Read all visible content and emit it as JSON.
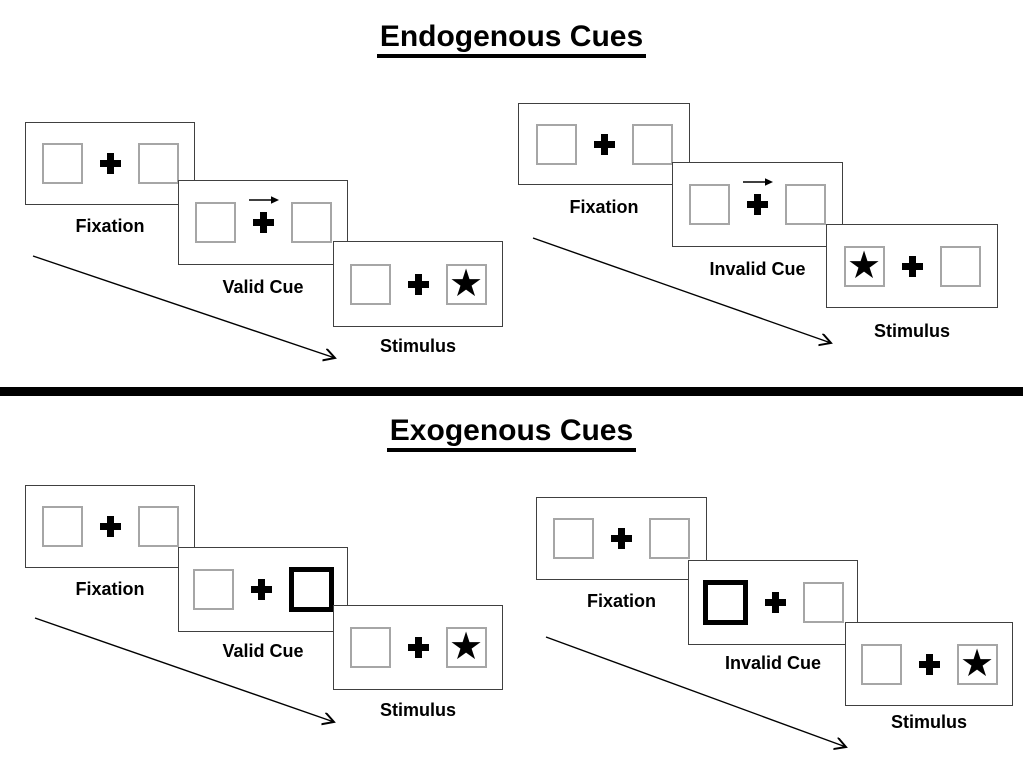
{
  "figure": {
    "type": "posner-cueing-paradigm-diagram"
  },
  "colors": {
    "ink": "#000000",
    "panel_border": "#404040",
    "box_border": "#a6a6a6",
    "background": "#ffffff"
  },
  "icons": {
    "star": "★",
    "fixation_cross": "plus-shape",
    "cue_arrow": "right-arrow"
  },
  "sections": [
    {
      "id": "endogenous",
      "title": "Endogenous Cues",
      "groups": [
        {
          "condition": "valid",
          "steps": [
            {
              "label": "Fixation",
              "cue": "none",
              "star": "none"
            },
            {
              "label": "Valid Cue",
              "cue": "central-arrow-right",
              "star": "none"
            },
            {
              "label": "Stimulus",
              "cue": "none",
              "star": "right"
            }
          ]
        },
        {
          "condition": "invalid",
          "steps": [
            {
              "label": "Fixation",
              "cue": "none",
              "star": "none"
            },
            {
              "label": "Invalid Cue",
              "cue": "central-arrow-right",
              "star": "none"
            },
            {
              "label": "Stimulus",
              "cue": "none",
              "star": "left"
            }
          ]
        }
      ]
    },
    {
      "id": "exogenous",
      "title": "Exogenous Cues",
      "groups": [
        {
          "condition": "valid",
          "steps": [
            {
              "label": "Fixation",
              "cue": "none",
              "star": "none"
            },
            {
              "label": "Valid Cue",
              "cue": "peripheral-bold-box-right",
              "star": "none"
            },
            {
              "label": "Stimulus",
              "cue": "none",
              "star": "right"
            }
          ]
        },
        {
          "condition": "invalid",
          "steps": [
            {
              "label": "Fixation",
              "cue": "none",
              "star": "none"
            },
            {
              "label": "Invalid Cue",
              "cue": "peripheral-bold-box-left",
              "star": "none"
            },
            {
              "label": "Stimulus",
              "cue": "none",
              "star": "right"
            }
          ]
        }
      ]
    }
  ]
}
